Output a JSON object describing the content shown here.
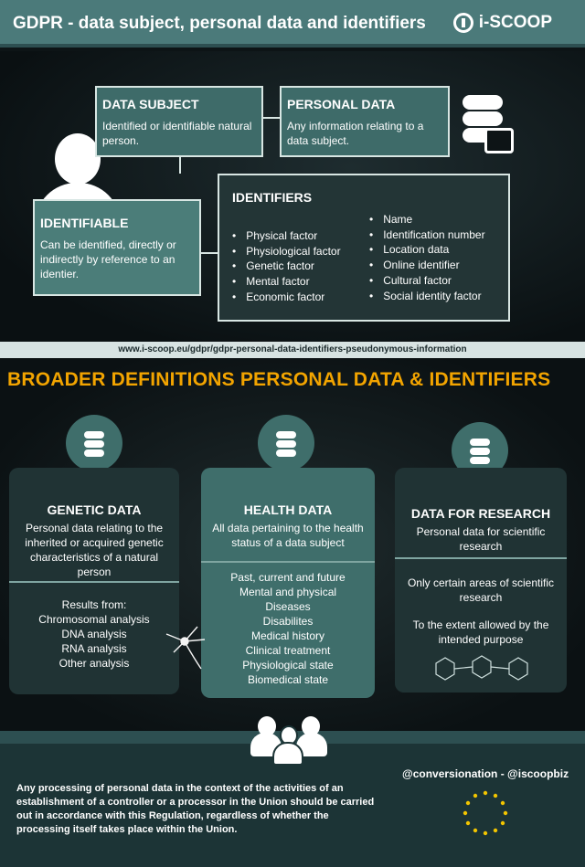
{
  "header": {
    "title": "GDPR - data subject, personal data and identifiers",
    "logo": "i-SCOOP"
  },
  "data_subject": {
    "heading": "DATA SUBJECT",
    "text": "Identified or identifiable natural person."
  },
  "personal_data": {
    "heading": "PERSONAL DATA",
    "text": "Any information relating to a data subject."
  },
  "identifiable": {
    "heading": "IDENTIFIABLE",
    "text": "Can be identified, directly or indirectly by reference to an identier."
  },
  "identifiers": {
    "heading": "IDENTIFIERS",
    "col1": [
      "Physical factor",
      "Physiological factor",
      "Genetic factor",
      "Mental factor",
      "Economic factor"
    ],
    "col2": [
      "Name",
      "Identification number",
      "Location data",
      "Online identifier",
      "Cultural factor",
      "Social identity factor"
    ]
  },
  "url": "www.i-scoop.eu/gdpr/gdpr-personal-data-identifiers-pseudonymous-information",
  "section_title": "BROADER DEFINITIONS PERSONAL DATA & IDENTIFIERS",
  "cards": {
    "genetic": {
      "heading": "GENETIC DATA",
      "desc": "Personal data relating to the inherited or acquired genetic characteristics of a natural person",
      "results_label": "Results from:",
      "items": [
        "Chromosomal analysis",
        "DNA analysis",
        "RNA analysis",
        "Other analysis"
      ]
    },
    "health": {
      "heading": "HEALTH DATA",
      "desc": "All data pertaining to the health status of a data subject",
      "items": [
        "Past, current and future",
        "Mental and physical",
        "Diseases",
        "Disabilites",
        "Medical history",
        "Clinical treatment",
        "Physiological state",
        "Biomedical state"
      ]
    },
    "research": {
      "heading": "DATA FOR RESEARCH",
      "desc": "Personal data for scientific research",
      "note1": "Only certain areas of scientific research",
      "note2": "To the extent allowed by the intended purpose"
    }
  },
  "legal_text": "Any processing of personal data in the context of the activities of an establishment of a controller or a processor in the Union should be carried out in accordance with this Regulation, regardless of whether the processing itself takes place within the Union.",
  "social": "@conversionation - @iscoopbiz",
  "icons": [
    "logo-icon",
    "person-icon",
    "database-lock-icon",
    "genetic-database-icon",
    "health-database-icon",
    "research-database-icon",
    "neuron-icon",
    "chemical-structure-icon",
    "group-icon",
    "eu-flag-icon"
  ],
  "colors": {
    "accent": "#f2a400",
    "teal": "#3e6b69",
    "dark_teal": "#233536"
  }
}
